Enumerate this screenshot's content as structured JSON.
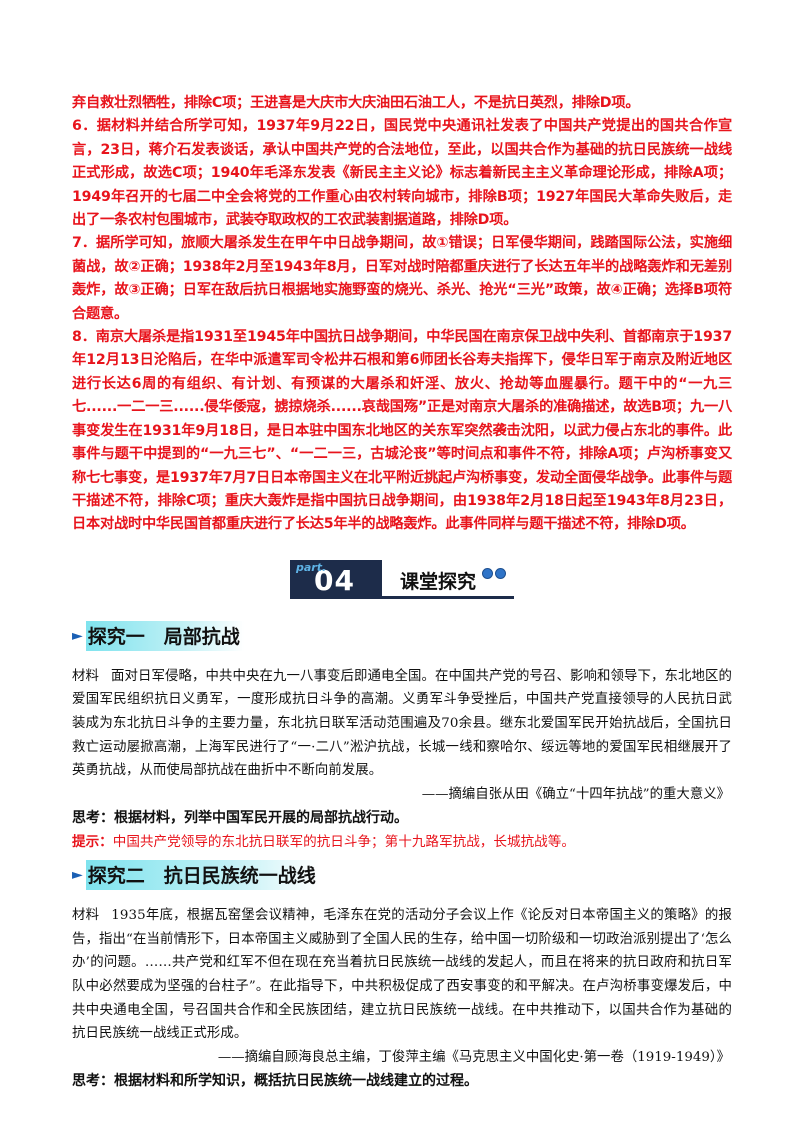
{
  "answers": [
    "弃自救壮烈牺牲，排除C项；王进喜是大庆市大庆油田石油工人，不是抗日英烈，排除D项。",
    "6．据材料并结合所学可知，1937年9月22日，国民党中央通讯社发表了中国共产党提出的国共合作宣言，23日，蒋介石发表谈话，承认中国共产党的合法地位，至此，以国共合作为基础的抗日民族统一战线正式形成，故选C项；1940年毛泽东发表《新民主主义论》标志着新民主主义革命理论形成，排除A项；1949年召开的七届二中全会将党的工作重心由农村转向城市，排除B项；1927年国民大革命失败后，走出了一条农村包围城市，武装夺取政权的工农武装割据道路，排除D项。",
    "7．据所学可知，旅顺大屠杀发生在甲午中日战争期间，故①错误；日军侵华期间，践踏国际公法，实施细菌战，故②正确；1938年2月至1943年8月，日军对战时陪都重庆进行了长达五年半的战略轰炸和无差别轰炸，故③正确；日军在敌后抗日根据地实施野蛮的烧光、杀光、抢光“三光”政策，故④正确；选择B项符合题意。",
    "8．南京大屠杀是指1931至1945年中国抗日战争期间，中华民国在南京保卫战中失利、首都南京于1937年12月13日沦陷后，在华中派遣军司令松井石根和第6师团长谷寿夫指挥下，侵华日军于南京及附近地区进行长达6周的有组织、有计划、有预谋的大屠杀和奸淫、放火、抢劫等血腥暴行。题干中的“一九三七......一二一三......侵华倭寇，掳掠烧杀......哀哉国殇”正是对南京大屠杀的准确描述，故选B项；九一八事变发生在1931年9月18日，是日本驻中国东北地区的关东军突然袭击沈阳，以武力侵占东北的事件。此事件与题干中提到的“一九三七”、“一二一三，古城沦丧”等时间点和事件不符，排除A项；卢沟桥事变又称七七事变，是1937年7月7日日本帝国主义在北平附近挑起卢沟桥事变，发动全面侵华战争。此事件与题干描述不符，排除C项；重庆大轰炸是指中国抗日战争期间，由1938年2月18日起至1943年8月23日，日本对战时中华民国首都重庆进行了长达5年半的战略轰炸。此事件同样与题干描述不符，排除D项。"
  ],
  "part": {
    "label": "part.",
    "number": "04",
    "title": "课堂探究"
  },
  "sections": [
    {
      "title": "探究一　局部抗战",
      "lead": "材料",
      "material": "面对日军侵略，中共中央在九一八事变后即通电全国。在中国共产党的号召、影响和领导下，东北地区的爱国军民组织抗日义勇军，一度形成抗日斗争的高潮。义勇军斗争受挫后，中国共产党直接领导的人民抗日武装成为东北抗日斗争的主要力量，东北抗日联军活动范围遍及70余县。继东北爱国军民开始抗战后，全国抗日救亡运动屡掀高潮，上海军民进行了“一·二八”淞沪抗战，长城一线和察哈尔、绥远等地的爱国军民相继展开了英勇抗战，从而使局部抗战在曲折中不断向前发展。",
      "source": "——摘编自张从田《确立“十四年抗战”的重大意义》",
      "think": "思考：根据材料，列举中国军民开展的局部抗战行动。",
      "hint_label": "提示：",
      "hint": "中国共产党领导的东北抗日联军的抗日斗争；第十九路军抗战，长城抗战等。"
    },
    {
      "title": "探究二　抗日民族统一战线",
      "lead": "材料",
      "material": "1935年底，根据瓦窑堡会议精神，毛泽东在党的活动分子会议上作《论反对日本帝国主义的策略》的报告，指出“在当前情形下，日本帝国主义威胁到了全国人民的生存，给中国一切阶级和一切政治派别提出了‘怎么办’的问题。……共产党和红军不但在现在充当着抗日民族统一战线的发起人，而且在将来的抗日政府和抗日军队中必然要成为坚强的台柱子”。在此指导下，中共积极促成了西安事变的和平解决。在卢沟桥事变爆发后，中共中央通电全国，号召国共合作和全民族团结，建立抗日民族统一战线。在中共推动下，以国共合作为基础的抗日民族统一战线正式形成。",
      "source": "——摘编自顾海良总主编，丁俊萍主编《马克思主义中国化史·第一卷（1919-1949）》",
      "think": "思考：根据材料和所学知识，概括抗日民族统一战线建立的过程。"
    }
  ]
}
